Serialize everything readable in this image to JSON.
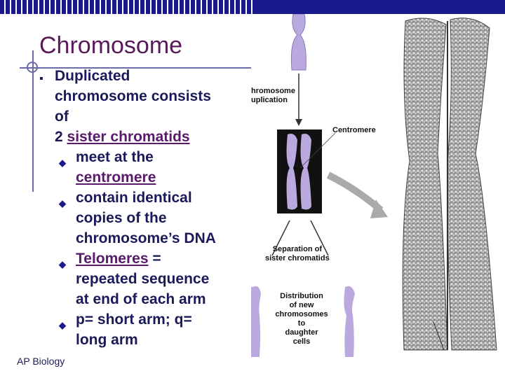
{
  "slide": {
    "title": "Chromosome",
    "bullet": {
      "line1": "Duplicated",
      "line2": "chromosome consists",
      "line3": "of",
      "line4_prefix": "2 ",
      "line4_link": "sister chromatids"
    },
    "subbullets": [
      {
        "line1": "meet at the",
        "line2_link": "centromere"
      },
      {
        "line1": "contain identical",
        "line2": "copies of the",
        "line3": "chromosome’s DNA"
      },
      {
        "line1_link": "Telomeres",
        "line1_rest": " =",
        "line2": "repeated sequence",
        "line3": "at end of each arm"
      },
      {
        "line1": "p= short arm; q=",
        "line2": "long arm"
      }
    ],
    "footer": "AP Biology"
  },
  "figure": {
    "label_duplication_1": "hromosome",
    "label_duplication_2": "uplication",
    "label_centromere": "Centromere",
    "label_separation_1": "Separation of",
    "label_separation_2": "sister chromatids",
    "label_distribution_1": "Distribution",
    "label_distribution_2": "of new",
    "label_distribution_3": "chromosomes",
    "label_distribution_4": "to",
    "label_distribution_5": "daughter",
    "label_distribution_6": "cells"
  },
  "colors": {
    "title": "#5a1a5a",
    "body_text": "#1a1a5a",
    "link": "#5a1a6a",
    "top_bar": "#1a1a8c",
    "chromosome_fill": "#b9a9df"
  },
  "icons": [
    "bullet-square-icon",
    "bullet-diamond-icon",
    "crosshair-icon"
  ]
}
